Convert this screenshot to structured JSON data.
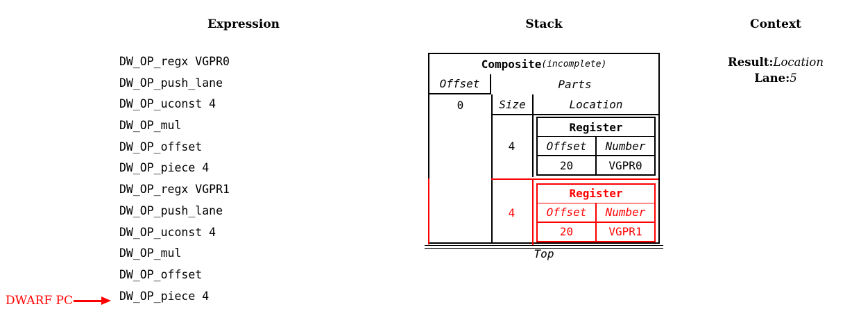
{
  "headings": {
    "expression": "Expression",
    "stack": "Stack",
    "context": "Context"
  },
  "expression": {
    "lines": [
      "DW_OP_regx VGPR0",
      "DW_OP_push_lane",
      "DW_OP_uconst 4",
      "DW_OP_mul",
      "DW_OP_offset",
      "DW_OP_piece 4",
      "DW_OP_regx VGPR1",
      "DW_OP_push_lane",
      "DW_OP_uconst 4",
      "DW_OP_mul",
      "DW_OP_offset",
      "DW_OP_piece 4"
    ]
  },
  "pc_marker": {
    "label": "DWARF PC",
    "color": "#ff0000"
  },
  "stack": {
    "title_main": "Composite",
    "title_sub": "(incomplete)",
    "offset_header": "Offset",
    "parts_header": "Parts",
    "offset_value": "0",
    "size_header": "Size",
    "location_header": "Location",
    "bottom_label": "Top",
    "parts": [
      {
        "size": "4",
        "color": "#000000",
        "location": {
          "title": "Register",
          "offset_header": "Offset",
          "number_header": "Number",
          "offset_value": "20",
          "number_value": "VGPR0"
        }
      },
      {
        "size": "4",
        "color": "#ff0000",
        "location": {
          "title": "Register",
          "offset_header": "Offset",
          "number_header": "Number",
          "offset_value": "20",
          "number_value": "VGPR1"
        }
      }
    ]
  },
  "context": {
    "lines": [
      {
        "key": "Result:",
        "value": "Location"
      },
      {
        "key": "Lane:",
        "value": "5"
      }
    ]
  }
}
